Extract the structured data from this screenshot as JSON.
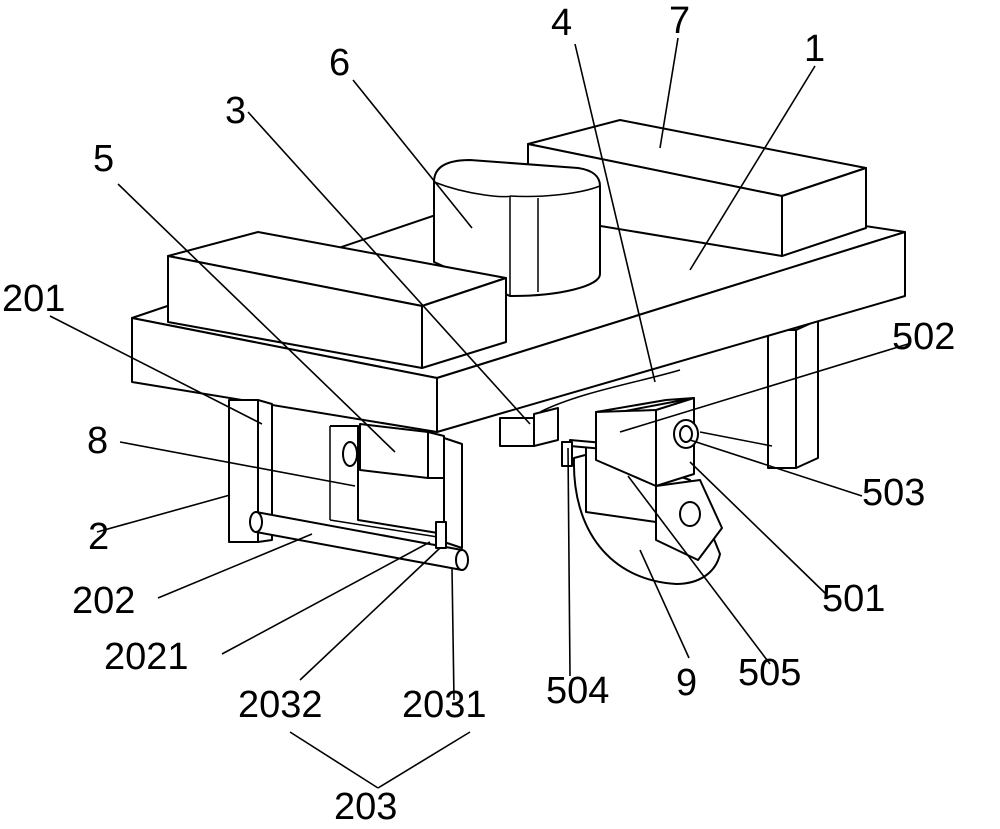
{
  "labels": {
    "l1": "1",
    "l2": "2",
    "l3": "3",
    "l4": "4",
    "l5": "5",
    "l6": "6",
    "l7": "7",
    "l8": "8",
    "l9": "9",
    "l201": "201",
    "l202": "202",
    "l2021": "2021",
    "l2031": "2031",
    "l2032": "2032",
    "l203": "203",
    "l501": "501",
    "l502": "502",
    "l503": "503",
    "l504": "504",
    "l505": "505"
  },
  "colors": {
    "line": "#000000",
    "background": "#ffffff"
  }
}
